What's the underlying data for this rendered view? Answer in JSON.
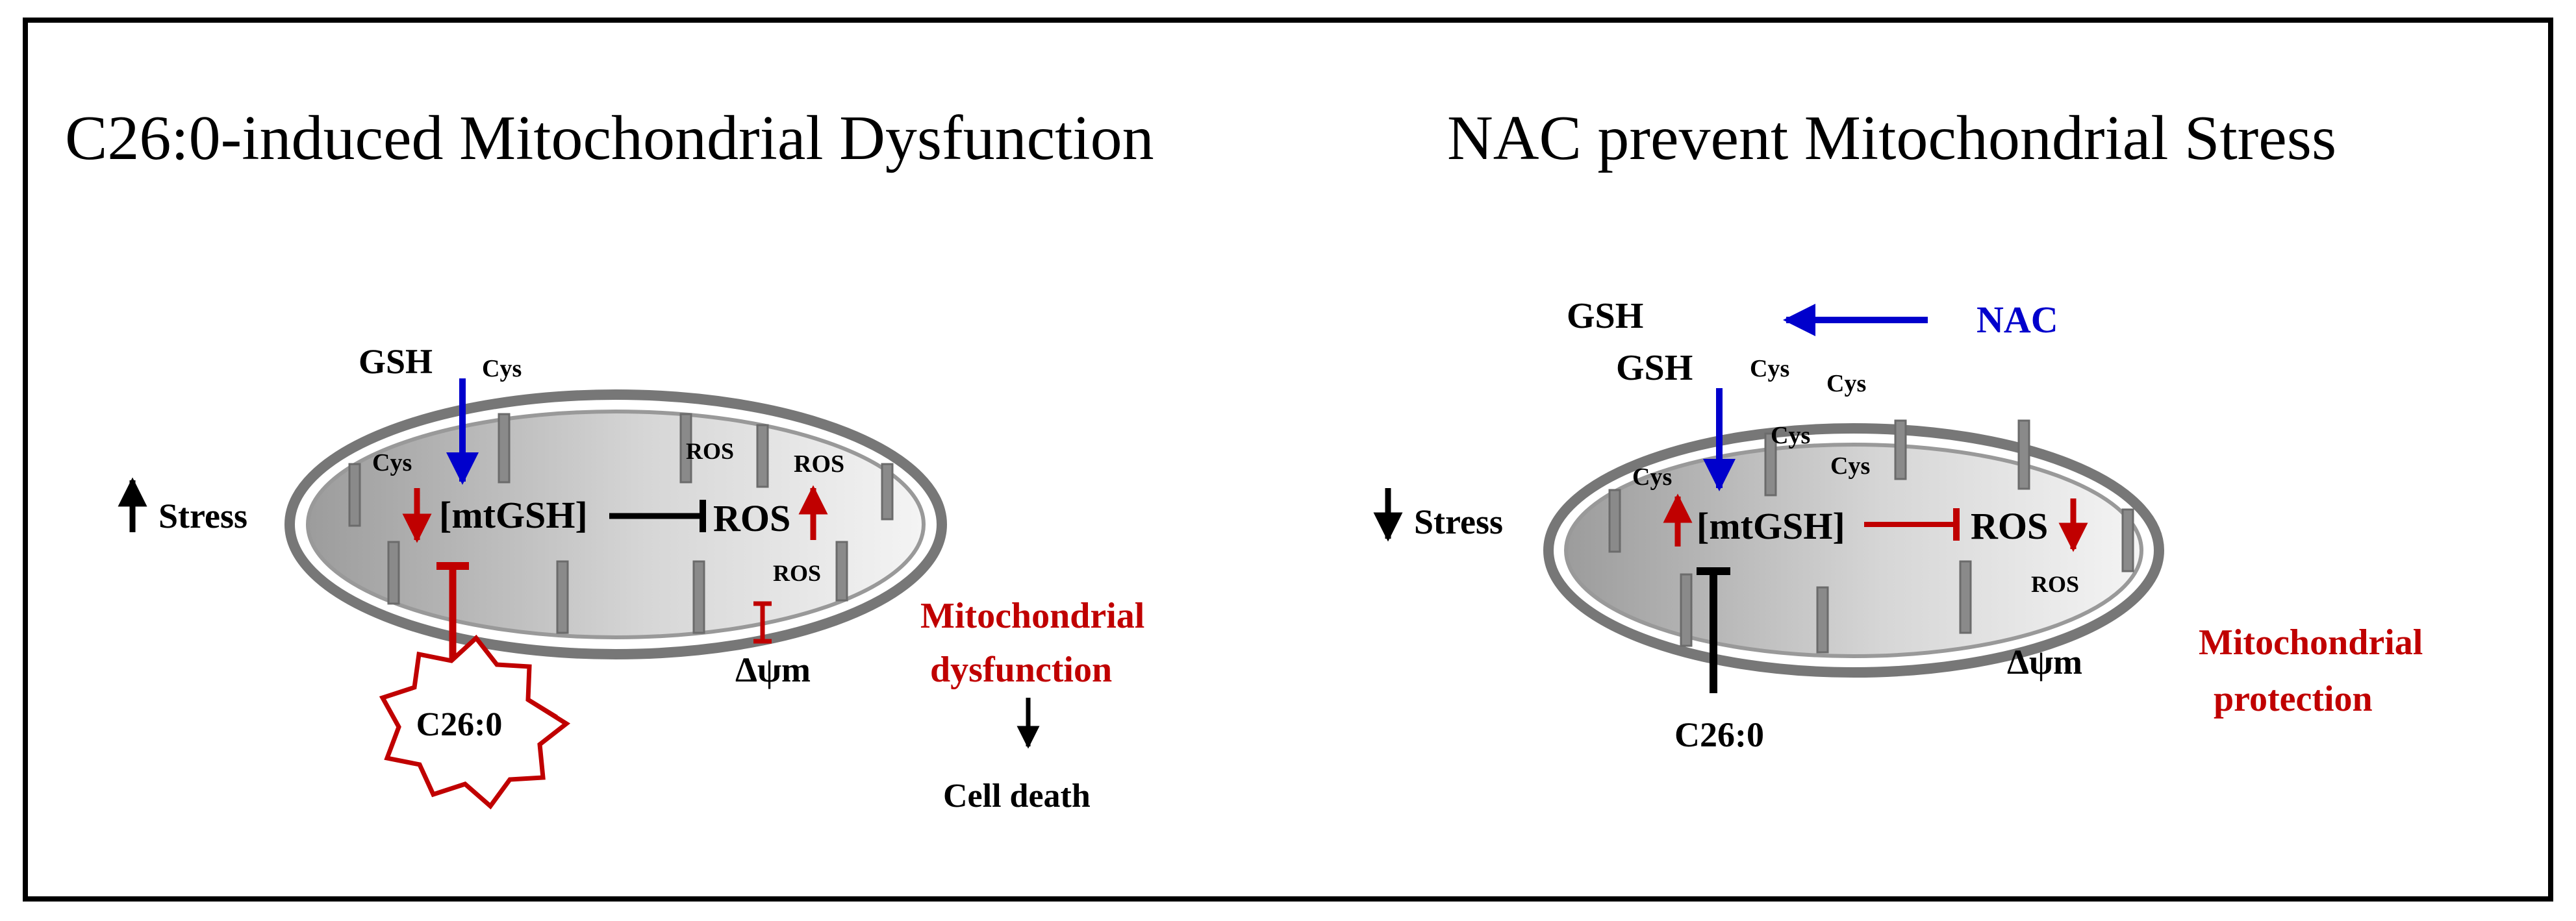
{
  "left_panel": {
    "title": "C26:0-induced Mitochondrial Dysfunction",
    "labels": {
      "gsh": "GSH",
      "cys_outside": "Cys",
      "cys_inside": "Cys",
      "mtgsh": "[mtGSH]",
      "ros_main": "ROS",
      "ros_top_a": "ROS",
      "ros_top_b": "ROS",
      "ros_bottom": "ROS",
      "stress": "Stress",
      "c26": "C26:0",
      "delta_psi": "Δψm",
      "outcome_line1": "Mitochondrial",
      "outcome_line2": "dysfunction",
      "cell_death": "Cell death"
    }
  },
  "right_panel": {
    "title": "NAC prevent Mitochondrial Stress",
    "labels": {
      "gsh_top": "GSH",
      "gsh": "GSH",
      "nac": "NAC",
      "cys_1": "Cys",
      "cys_2": "Cys",
      "cys_3": "Cys",
      "cys_4": "Cys",
      "cys_inside": "Cys",
      "mtgsh": "[mtGSH]",
      "ros_main": "ROS",
      "ros_bottom": "ROS",
      "stress": "Stress",
      "c26": "C26:0",
      "delta_psi": "Δψm",
      "outcome_line1": "Mitochondrial",
      "outcome_line2": "protection"
    }
  },
  "colors": {
    "red": "#c00000",
    "blue": "#0000cc",
    "membrane": "#777777"
  }
}
